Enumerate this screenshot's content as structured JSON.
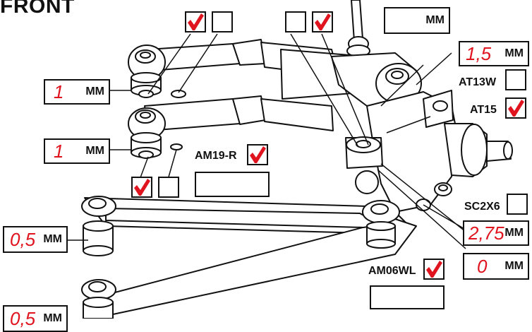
{
  "title": "FRONT",
  "unit": "MM",
  "measurements": {
    "top_right_empty": "",
    "upper_link_shim": "1,5",
    "left_upper_shim": "1",
    "left_lower_shim": "1",
    "lower_arm_left_shim": "0,5",
    "bottom_left_shim": "0,5",
    "hub_shim_a": "2,75",
    "hub_shim_b": "0"
  },
  "parts": {
    "at13w": "AT13W",
    "at15": "AT15",
    "am19r": "AM19-R",
    "sc2x6": "SC2X6",
    "am06wl": "AM06WL"
  },
  "checkboxes": {
    "top_left_a": true,
    "top_left_b": false,
    "top_mid_a": false,
    "top_mid_b": true,
    "at13w": false,
    "at15": true,
    "am19r": true,
    "left_lower_a": true,
    "left_lower_b": false,
    "sc2x6": false,
    "am06wl": true
  },
  "colors": {
    "check": "#e0141e",
    "value": "#e0141e",
    "ink": "#111111"
  }
}
